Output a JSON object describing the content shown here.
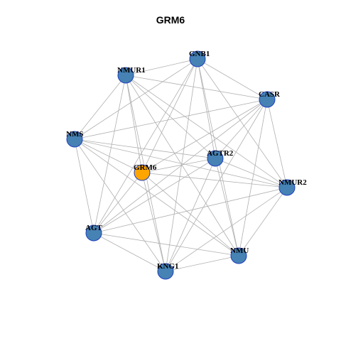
{
  "title": "GRM6",
  "colors": {
    "node_fill": "#4682B4",
    "node_stroke": "#1F3FBF",
    "focus_fill": "#FFA500",
    "focus_stroke": "#1F3FBF",
    "edge": "#B0B0B0"
  },
  "nodes": [
    {
      "id": "GNB1",
      "label": "GNB1",
      "focus": false
    },
    {
      "id": "NMUR1",
      "label": "NMUR1",
      "focus": false
    },
    {
      "id": "CASR",
      "label": "CASR",
      "focus": false
    },
    {
      "id": "NMS",
      "label": "NMS",
      "focus": false
    },
    {
      "id": "AGTR2",
      "label": "AGTR2",
      "focus": false
    },
    {
      "id": "GRM6",
      "label": "GRM6",
      "focus": true
    },
    {
      "id": "NMUR2",
      "label": "NMUR2",
      "focus": false
    },
    {
      "id": "AGT",
      "label": "AGT",
      "focus": false
    },
    {
      "id": "NMU",
      "label": "NMU",
      "focus": false
    },
    {
      "id": "KNG1",
      "label": "KNG1",
      "focus": false
    }
  ],
  "edges": [
    [
      "GNB1",
      "NMUR1"
    ],
    [
      "GNB1",
      "CASR"
    ],
    [
      "GNB1",
      "NMS"
    ],
    [
      "GNB1",
      "AGTR2"
    ],
    [
      "GNB1",
      "GRM6"
    ],
    [
      "GNB1",
      "NMUR2"
    ],
    [
      "GNB1",
      "AGT"
    ],
    [
      "GNB1",
      "NMU"
    ],
    [
      "GNB1",
      "KNG1"
    ],
    [
      "NMUR1",
      "CASR"
    ],
    [
      "NMUR1",
      "NMS"
    ],
    [
      "NMUR1",
      "AGTR2"
    ],
    [
      "NMUR1",
      "GRM6"
    ],
    [
      "NMUR1",
      "NMUR2"
    ],
    [
      "NMUR1",
      "AGT"
    ],
    [
      "NMUR1",
      "NMU"
    ],
    [
      "NMUR1",
      "KNG1"
    ],
    [
      "CASR",
      "NMS"
    ],
    [
      "CASR",
      "AGTR2"
    ],
    [
      "CASR",
      "GRM6"
    ],
    [
      "CASR",
      "NMUR2"
    ],
    [
      "CASR",
      "AGT"
    ],
    [
      "CASR",
      "NMU"
    ],
    [
      "CASR",
      "KNG1"
    ],
    [
      "NMS",
      "AGTR2"
    ],
    [
      "NMS",
      "GRM6"
    ],
    [
      "NMS",
      "NMUR2"
    ],
    [
      "NMS",
      "AGT"
    ],
    [
      "NMS",
      "NMU"
    ],
    [
      "NMS",
      "KNG1"
    ],
    [
      "AGTR2",
      "GRM6"
    ],
    [
      "AGTR2",
      "NMUR2"
    ],
    [
      "AGTR2",
      "AGT"
    ],
    [
      "AGTR2",
      "NMU"
    ],
    [
      "AGTR2",
      "KNG1"
    ],
    [
      "GRM6",
      "NMUR2"
    ],
    [
      "GRM6",
      "AGT"
    ],
    [
      "GRM6",
      "NMU"
    ],
    [
      "GRM6",
      "KNG1"
    ],
    [
      "NMUR2",
      "AGT"
    ],
    [
      "NMUR2",
      "NMU"
    ],
    [
      "NMUR2",
      "KNG1"
    ],
    [
      "AGT",
      "NMU"
    ],
    [
      "AGT",
      "KNG1"
    ],
    [
      "NMU",
      "KNG1"
    ]
  ]
}
